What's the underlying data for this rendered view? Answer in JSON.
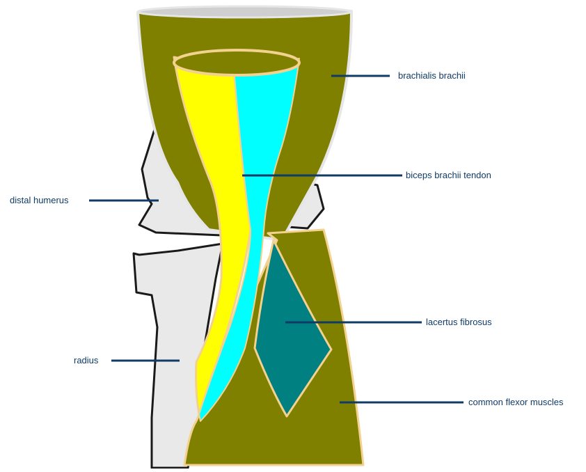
{
  "colors": {
    "background": "#ffffff",
    "bone": "#e9e9e9",
    "bone_outline": "#1a1a1a",
    "muscle": "#7f7f00",
    "muscle_outline": "#f3d18f",
    "biceps_lateral": "#ffff00",
    "biceps_medial": "#00ffff",
    "lacertus": "#008080",
    "leader_line": "#0f3b66",
    "label_text": "#0f3b66"
  },
  "labels": {
    "brachialis": "brachialis brachii",
    "biceps_tendon": "biceps brachii tendon",
    "distal_humerus": "distal humerus",
    "lacertus": "lacertus fibrosus",
    "radius": "radius",
    "common_flexor": "common flexor muscles"
  }
}
